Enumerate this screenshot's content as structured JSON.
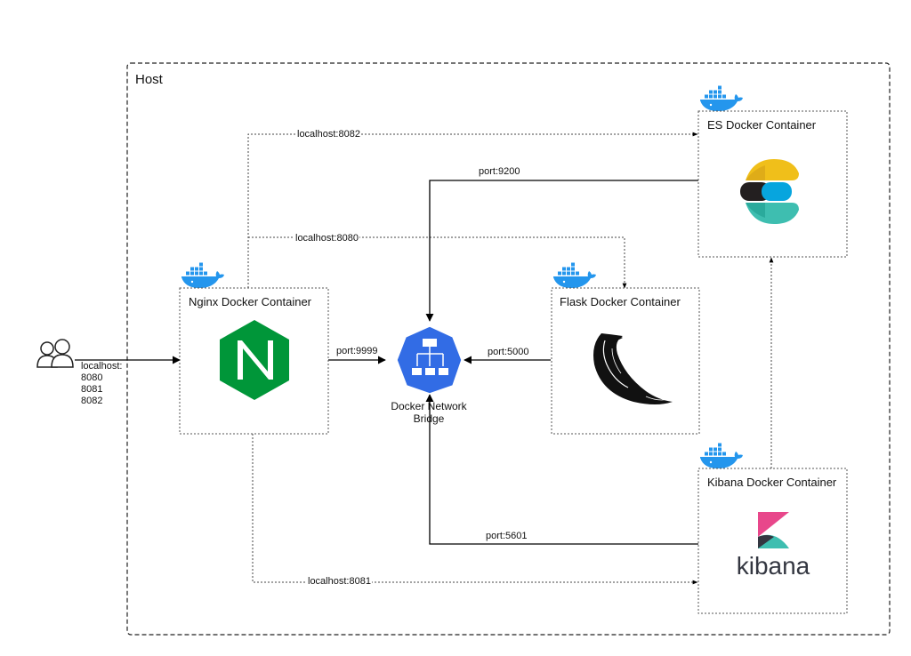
{
  "host": {
    "title": "Host"
  },
  "user": {
    "label_lines": [
      "localhost:",
      "8080",
      "8081",
      "8082"
    ]
  },
  "containers": {
    "nginx": {
      "title": "Nginx Docker Container",
      "logo": "nginx-logo"
    },
    "es": {
      "title": "ES Docker Container",
      "logo": "elasticsearch-logo"
    },
    "flask": {
      "title": "Flask Docker Container",
      "logo": "flask-logo"
    },
    "kibana": {
      "title": "Kibana Docker Container",
      "logo": "kibana-logo",
      "wordmark": "kibana"
    }
  },
  "bridge": {
    "label_lines": [
      "Docker Network",
      "Bridge"
    ],
    "icon": "network-bridge-icon"
  },
  "edges": {
    "nginx_to_es": "localhost:8082",
    "nginx_to_flask": "localhost:8080",
    "nginx_to_kibana": "localhost:8081",
    "es_to_bridge": "port:9200",
    "nginx_to_bridge": "port:9999",
    "flask_to_bridge": "port:5000",
    "kibana_to_bridge": "port:5601"
  },
  "colors": {
    "docker_blue": "#2496ed",
    "nginx_green": "#009639",
    "bridge_blue": "#326ce5",
    "kibana_pink": "#e8478b",
    "kibana_teal": "#3ebeb0",
    "es_yellow": "#f0bf1a",
    "es_teal": "#3ebeb0",
    "es_blue": "#07a5de"
  }
}
